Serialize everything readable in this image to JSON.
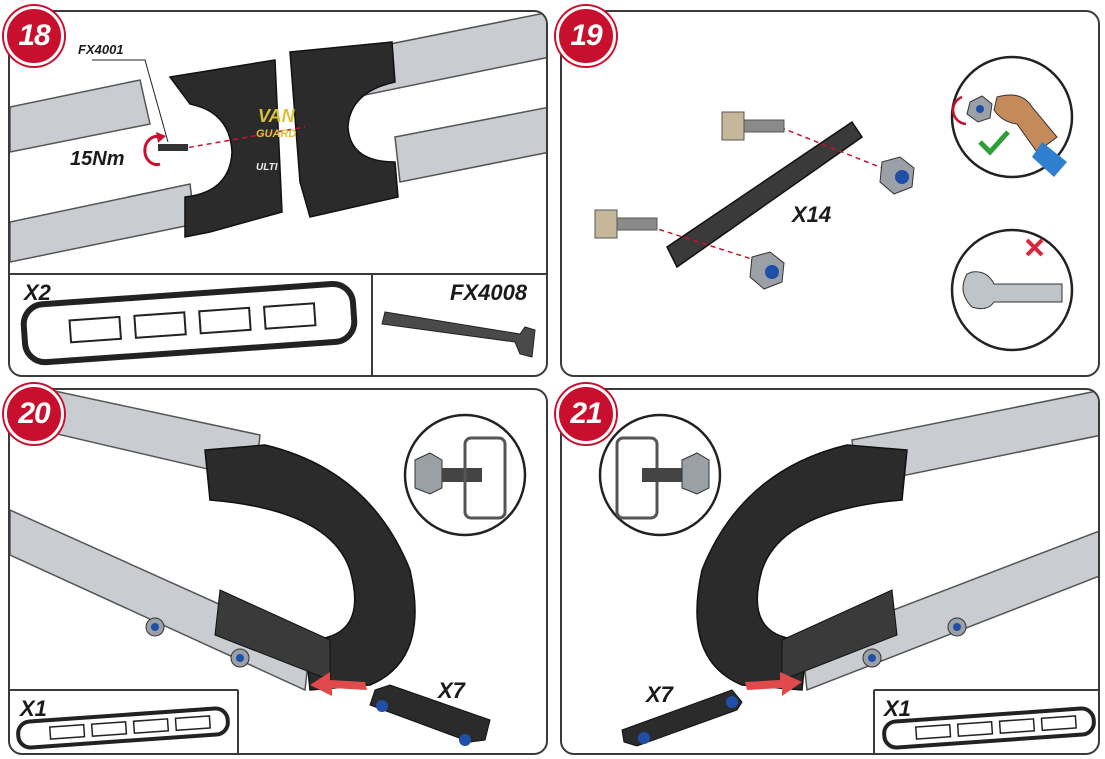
{
  "steps": {
    "s18": {
      "number": "18",
      "part_code": "FX4001",
      "torque": "15Nm",
      "brand_line1": "VAN",
      "brand_line2": "GUARD",
      "brand_line3": "ULTI",
      "kit_qty": "X2",
      "tool_code": "FX4008"
    },
    "s19": {
      "number": "19",
      "qty": "X14"
    },
    "s20": {
      "number": "20",
      "inset_qty": "X1",
      "part_qty": "X7"
    },
    "s21": {
      "number": "21",
      "inset_qty": "X1",
      "part_qty": "X7"
    }
  },
  "colors": {
    "accent_red": "#c8102e",
    "check_green": "#2e9d3a",
    "cross_red": "#d7263d",
    "bar_silver": "#c9cdd1",
    "dark_part": "#2b2b2b",
    "nut_blue": "#1f4fa8"
  },
  "icons": [
    "rotate-arrow-icon",
    "check-icon",
    "cross-icon",
    "wrench-icon",
    "hand-icon",
    "arrow-icon"
  ]
}
